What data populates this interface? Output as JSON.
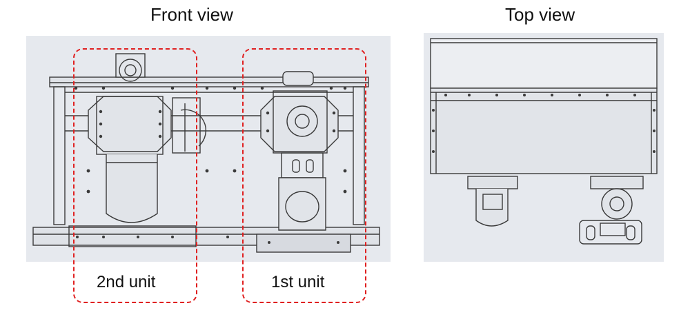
{
  "figure": {
    "front_view_title": "Front view",
    "top_view_title": "Top view",
    "units": [
      {
        "label": "2nd unit"
      },
      {
        "label": "1st unit"
      }
    ]
  },
  "colors": {
    "panel_bg": "#e6e9ee",
    "line": "#3a3a3a",
    "highlight": "#e02020"
  },
  "icons": {
    "front-view-drawing": "cad-front-view",
    "top-view-drawing": "cad-top-view"
  }
}
